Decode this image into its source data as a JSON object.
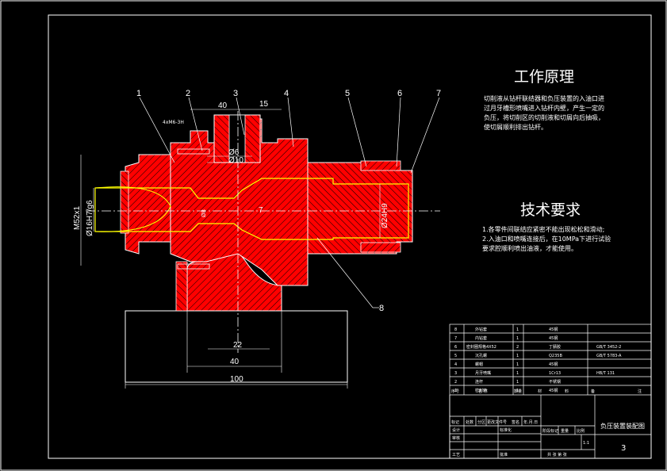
{
  "colors": {
    "background": "#000000",
    "line": "#ffffff",
    "part_fill": "#ff0000",
    "bore_fill": "#ffff00",
    "hatch": "#ff0000"
  },
  "drawing": {
    "leader_numbers": [
      "1",
      "2",
      "3",
      "4",
      "5",
      "6",
      "7",
      "8"
    ],
    "dimensions": {
      "d40_top": "40",
      "d15_top": "15",
      "thread_note": "4xM6-3H",
      "d86": "Ø6",
      "d10": "Ø10",
      "m52": "M52x1",
      "d16": "Ø16H7/g6",
      "d24": "Ø24H9",
      "d8": "Ø8",
      "d7": "7",
      "d22": "22",
      "d40_base": "40",
      "d100": "100"
    }
  },
  "principle": {
    "title": "工作原理",
    "lines": [
      "切削液从钻杆联结器和负压装置的入油口进",
      "过月牙槽形喷嘴进入钻杆内壁，产生一定的",
      "负压，将切削区的切削液和切屑向后抽吸，",
      "使切屑顺利排出钻杆。"
    ]
  },
  "requirements": {
    "title": "技术要求",
    "lines": [
      "1.各零件间联结应紧密不能出现松松和滑动;",
      "2.入油口和喷嘴连接后，在10MPa下进行试验",
      "要求腔顺利喷出油液，才能使用。"
    ]
  },
  "title_block": {
    "parts_rows": [
      {
        "no": "8",
        "name": "外钻套",
        "qty": "1",
        "material": "45钢",
        "std": ""
      },
      {
        "no": "7",
        "name": "内钻套",
        "qty": "1",
        "material": "45钢",
        "std": ""
      },
      {
        "no": "6",
        "name": "密封圈规格4X52",
        "qty": "2",
        "material": "丁腈胶",
        "std": "GB/T 3452-2"
      },
      {
        "no": "5",
        "name": "沉孔螺",
        "qty": "1",
        "material": "Q235B",
        "std": "GB/T 5783-A"
      },
      {
        "no": "4",
        "name": "螺帽",
        "qty": "1",
        "material": "45钢",
        "std": ""
      },
      {
        "no": "3",
        "name": "月牙喷嘴",
        "qty": "1",
        "material": "1Cr13",
        "std": "HB/T 131"
      },
      {
        "no": "2",
        "name": "连杆",
        "qty": "1",
        "material": "不锈钢",
        "std": ""
      },
      {
        "no": "1",
        "name": "密封环",
        "qty": "1",
        "material": "45钢",
        "std": ""
      }
    ],
    "header": [
      "序号",
      "名  称",
      "数量",
      "材",
      "料",
      "备",
      "注"
    ],
    "drawing_title": "负压装置装配图",
    "sheet_number": "3",
    "labels": {
      "mark": "标记",
      "count": "处数",
      "zone": "分区",
      "change_no": "更改文件号",
      "sign": "签名",
      "date": "年.月.日",
      "design": "设计",
      "standardize": "标准化",
      "check": "审核",
      "process": "工艺",
      "approve": "批准",
      "stage_mark": "阶段标记",
      "weight": "重量",
      "scale": "比例",
      "scale_value": "1:1",
      "sheets_total": "共 张",
      "sheet": "第 张",
      "footer": "共 张  第 张"
    }
  }
}
